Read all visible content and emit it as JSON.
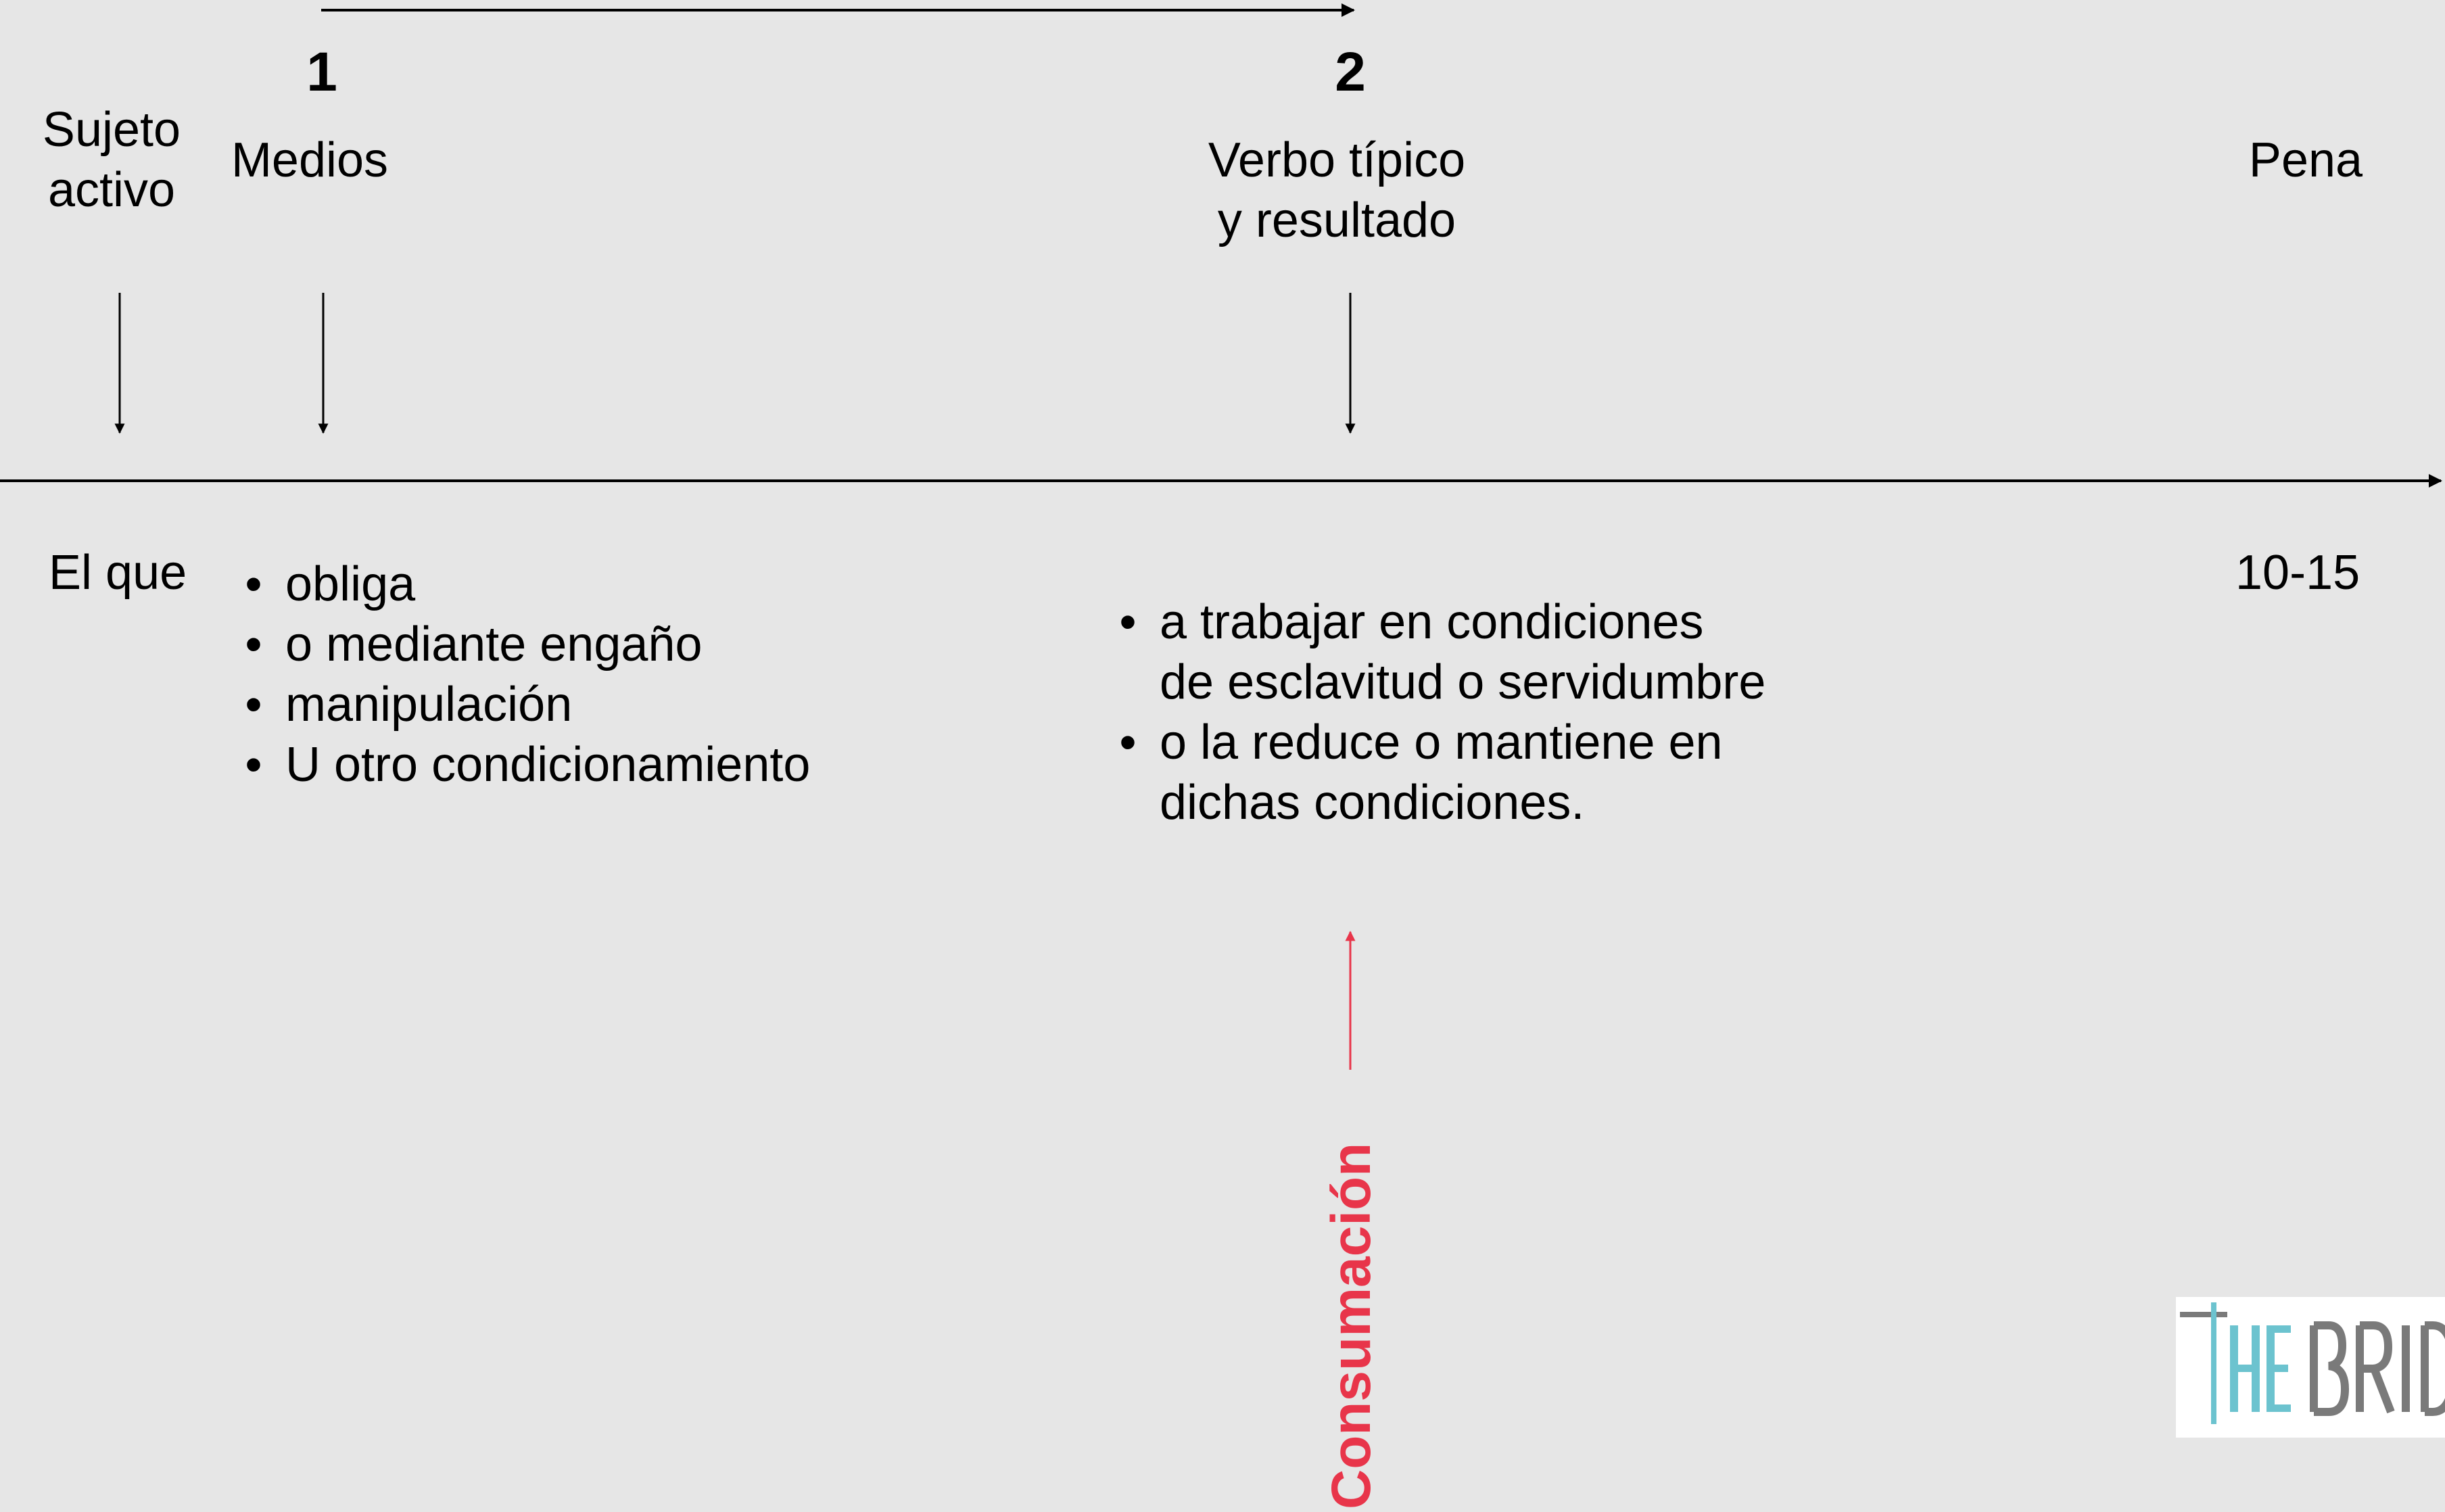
{
  "diagram": {
    "steps": [
      {
        "number": "1"
      },
      {
        "number": "2"
      }
    ],
    "headers": {
      "sujeto_activo": [
        "Sujeto",
        "activo"
      ],
      "medios": "Medios",
      "verbo": [
        "Verbo típico",
        "y resultado"
      ],
      "pena": "Pena"
    },
    "content": {
      "sujeto_activo": "El que",
      "medios": [
        "obliga",
        "o mediante engaño",
        "manipulación",
        "U otro condicionamiento"
      ],
      "verbo": [
        [
          "a trabajar en condiciones",
          "de esclavitud o servidumbre"
        ],
        [
          "o la reduce o mantiene en",
          "dichas condiciones."
        ]
      ],
      "pena": "10-15"
    },
    "consumacion": "Consumación",
    "colors": {
      "background": "#e6e6e6",
      "consumacion": "#e8354a",
      "logo_teal": "#6cc3cf",
      "logo_gray": "#7a7a7a"
    }
  },
  "logo": {
    "text": "THE BRIDGE"
  }
}
